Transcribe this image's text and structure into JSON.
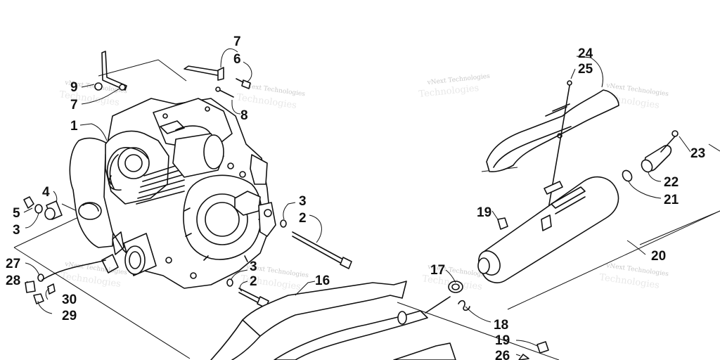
{
  "watermark": {
    "line1": "vNext Technologies",
    "line2": "Technologies"
  },
  "callouts": {
    "c1": "1",
    "c2a": "2",
    "c2b": "2",
    "c3a": "3",
    "c3b": "3",
    "c3c": "3",
    "c4": "4",
    "c5": "5",
    "c6": "6",
    "c7a": "7",
    "c7b": "7",
    "c8": "8",
    "c9": "9",
    "c16": "16",
    "c17": "17",
    "c18": "18",
    "c19a": "19",
    "c19b": "19",
    "c20": "20",
    "c21": "21",
    "c22": "22",
    "c23": "23",
    "c24": "24",
    "c25": "25",
    "c26": "26",
    "c27": "27",
    "c28": "28",
    "c29": "29",
    "c30": "30"
  }
}
